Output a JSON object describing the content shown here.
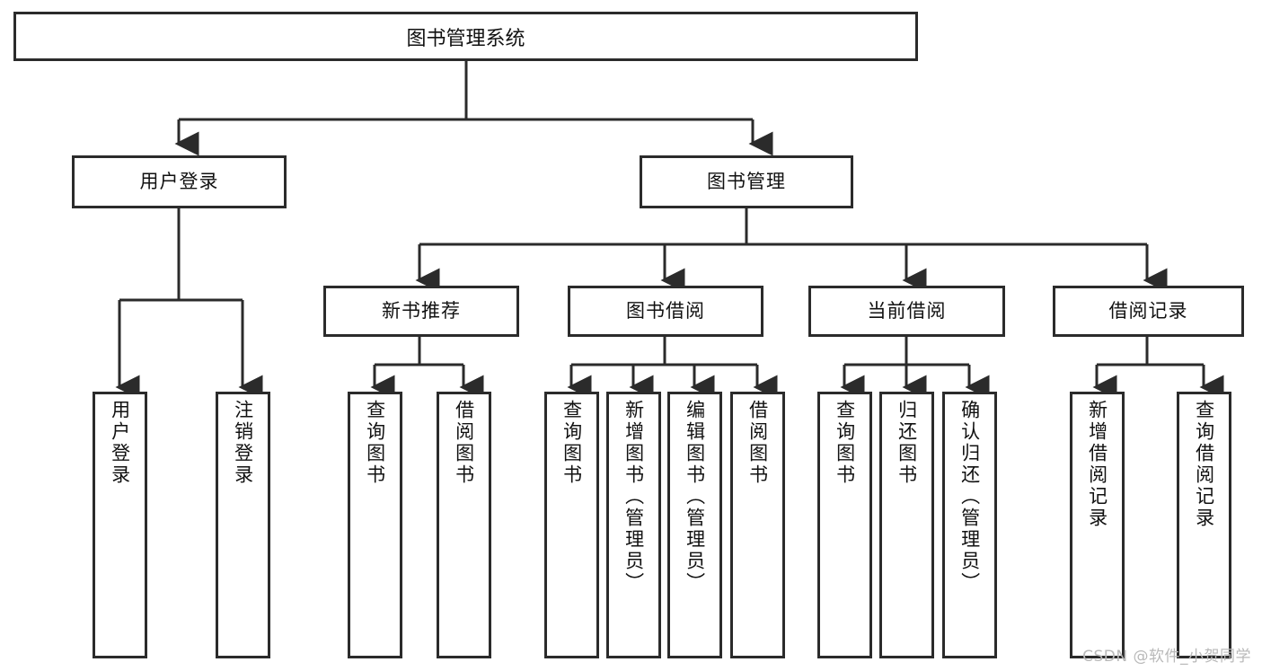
{
  "diagram": {
    "title": "图书管理系统",
    "watermark": "CSDN @软件_小贺同学",
    "colors": {
      "background": "#ffffff",
      "box_border": "#2b2b2b",
      "box_fill": "#ffffff",
      "connector": "#2b2b2b",
      "text": "#111111",
      "watermark": "#b9b9b9"
    },
    "root": {
      "label": "图书管理系统"
    },
    "level2": [
      {
        "label": "用户登录"
      },
      {
        "label": "图书管理"
      }
    ],
    "level3": [
      {
        "label": "新书推荐"
      },
      {
        "label": "图书借阅"
      },
      {
        "label": "当前借阅"
      },
      {
        "label": "借阅记录"
      }
    ],
    "leaves": {
      "user_login": [
        {
          "label": "用户登录"
        },
        {
          "label": "注销登录"
        }
      ],
      "new_book_recommend": [
        {
          "label": "查询图书"
        },
        {
          "label": "借阅图书"
        }
      ],
      "book_borrow": [
        {
          "label": "查询图书"
        },
        {
          "label": "新增图书（管理员）"
        },
        {
          "label": "编辑图书（管理员）"
        },
        {
          "label": "借阅图书"
        }
      ],
      "current_borrow": [
        {
          "label": "查询图书"
        },
        {
          "label": "归还图书"
        },
        {
          "label": "确认归还（管理员）"
        }
      ],
      "borrow_record": [
        {
          "label": "新增借阅记录"
        },
        {
          "label": "查询借阅记录"
        }
      ]
    }
  }
}
